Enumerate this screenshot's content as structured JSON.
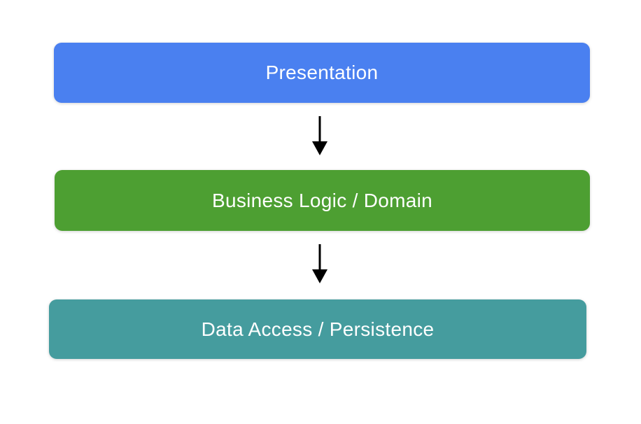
{
  "diagram": {
    "background_color": "#ffffff",
    "arrow_color": "#000000",
    "text_color": "#ffffff",
    "layers": [
      {
        "label": "Presentation",
        "color": "#4A80F0"
      },
      {
        "label": "Business Logic / Domain",
        "color": "#4D9F32"
      },
      {
        "label": "Data Access / Persistence",
        "color": "#459C9E"
      }
    ],
    "arrows": [
      {
        "name": "presentation-to-business"
      },
      {
        "name": "business-to-data"
      }
    ]
  }
}
